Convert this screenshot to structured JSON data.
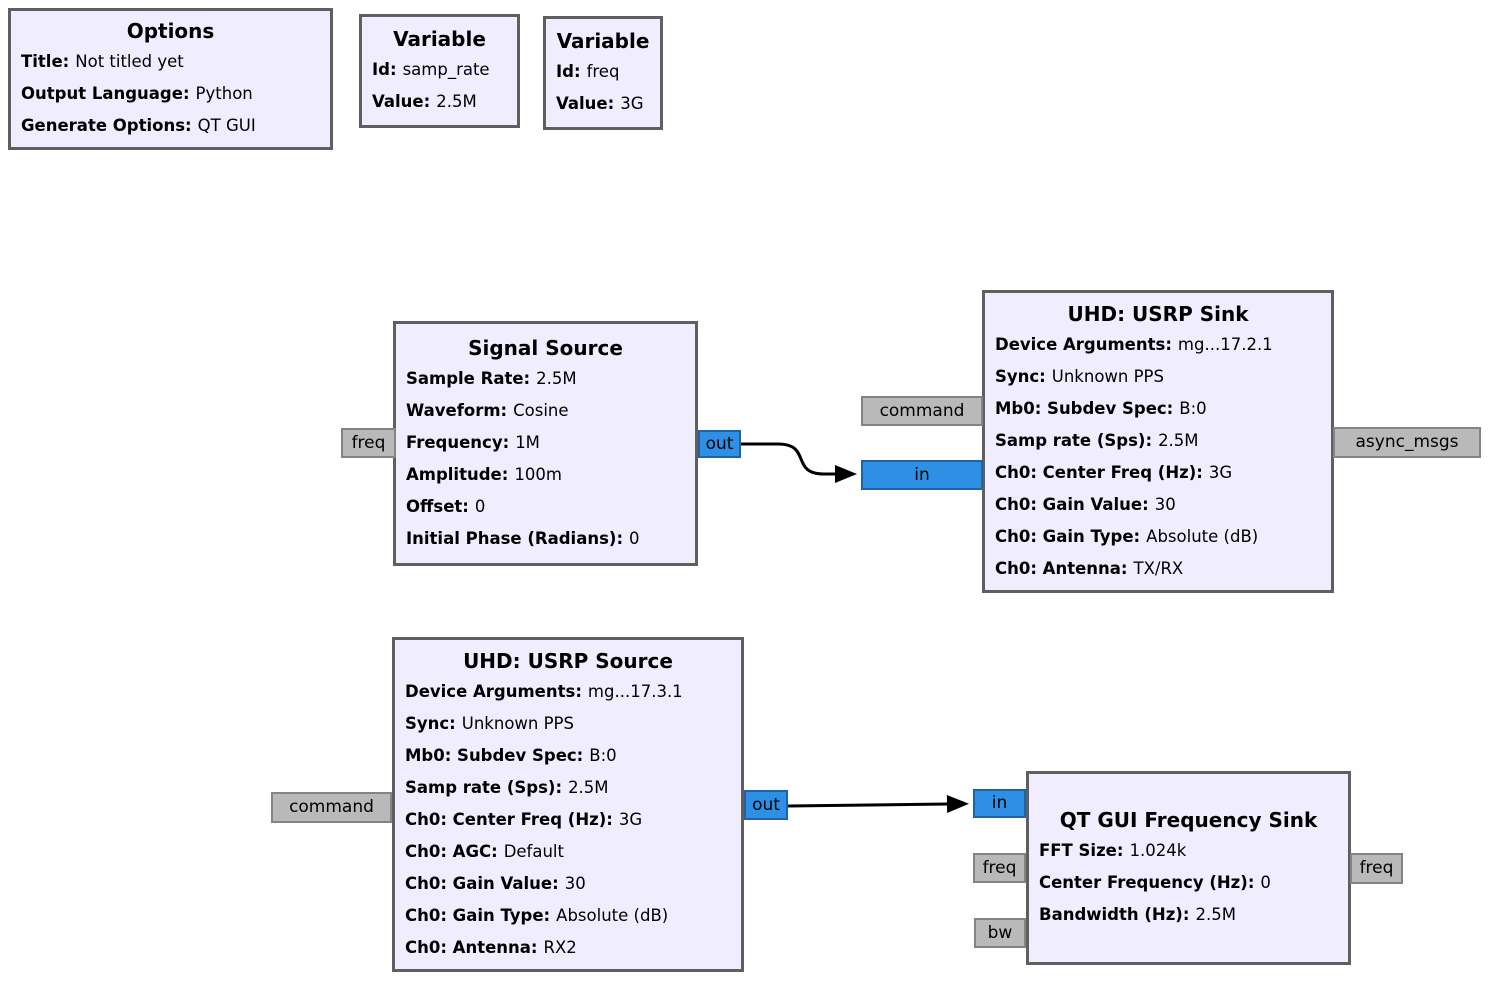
{
  "app": "GNU Radio Companion flowgraph canvas",
  "colors": {
    "canvas_bg": "#ffffff",
    "block_bg": "#efedfe",
    "block_border": "#5f5f5f",
    "stream_port_bg": "#2e90e4",
    "stream_port_border": "#2162a4",
    "msg_port_bg": "#b9b9b9",
    "msg_port_border": "#848484",
    "wire": "#000000"
  },
  "blocks": {
    "options": {
      "title": "Options",
      "params": [
        {
          "label": "Title:",
          "value": "Not titled yet"
        },
        {
          "label": "Output Language:",
          "value": "Python"
        },
        {
          "label": "Generate Options:",
          "value": "QT GUI"
        }
      ]
    },
    "var_samp_rate": {
      "title": "Variable",
      "params": [
        {
          "label": "Id:",
          "value": "samp_rate"
        },
        {
          "label": "Value:",
          "value": "2.5M"
        }
      ]
    },
    "var_freq": {
      "title": "Variable",
      "params": [
        {
          "label": "Id:",
          "value": "freq"
        },
        {
          "label": "Value:",
          "value": "3G"
        }
      ]
    },
    "signal_source": {
      "title": "Signal Source",
      "params": [
        {
          "label": "Sample Rate:",
          "value": "2.5M"
        },
        {
          "label": "Waveform:",
          "value": "Cosine"
        },
        {
          "label": "Frequency:",
          "value": "1M"
        },
        {
          "label": "Amplitude:",
          "value": "100m"
        },
        {
          "label": "Offset:",
          "value": "0"
        },
        {
          "label": "Initial Phase (Radians):",
          "value": "0"
        }
      ],
      "ports": {
        "freq_in": "freq",
        "out": "out"
      }
    },
    "usrp_sink": {
      "title": "UHD: USRP Sink",
      "params": [
        {
          "label": "Device Arguments:",
          "value": "mg...17.2.1"
        },
        {
          "label": "Sync:",
          "value": "Unknown PPS"
        },
        {
          "label": "Mb0: Subdev Spec:",
          "value": "B:0"
        },
        {
          "label": "Samp rate (Sps):",
          "value": "2.5M"
        },
        {
          "label": "Ch0: Center Freq (Hz):",
          "value": "3G"
        },
        {
          "label": "Ch0: Gain Value:",
          "value": "30"
        },
        {
          "label": "Ch0: Gain Type:",
          "value": "Absolute (dB)"
        },
        {
          "label": "Ch0: Antenna:",
          "value": "TX/RX"
        }
      ],
      "ports": {
        "command": "command",
        "in": "in",
        "async_msgs": "async_msgs"
      }
    },
    "usrp_source": {
      "title": "UHD: USRP Source",
      "params": [
        {
          "label": "Device Arguments:",
          "value": "mg...17.3.1"
        },
        {
          "label": "Sync:",
          "value": "Unknown PPS"
        },
        {
          "label": "Mb0: Subdev Spec:",
          "value": "B:0"
        },
        {
          "label": "Samp rate (Sps):",
          "value": "2.5M"
        },
        {
          "label": "Ch0: Center Freq (Hz):",
          "value": "3G"
        },
        {
          "label": "Ch0: AGC:",
          "value": "Default"
        },
        {
          "label": "Ch0: Gain Value:",
          "value": "30"
        },
        {
          "label": "Ch0: Gain Type:",
          "value": "Absolute (dB)"
        },
        {
          "label": "Ch0: Antenna:",
          "value": "RX2"
        }
      ],
      "ports": {
        "command": "command",
        "out": "out"
      }
    },
    "qt_freq_sink": {
      "title": "QT GUI Frequency Sink",
      "params": [
        {
          "label": "FFT Size:",
          "value": "1.024k"
        },
        {
          "label": "Center Frequency (Hz):",
          "value": "0"
        },
        {
          "label": "Bandwidth (Hz):",
          "value": "2.5M"
        }
      ],
      "ports": {
        "in": "in",
        "freq_in": "freq",
        "bw_in": "bw",
        "freq_out": "freq"
      }
    }
  },
  "connections": [
    {
      "from": "signal_source.out",
      "to": "usrp_sink.in",
      "shape": "s-curve"
    },
    {
      "from": "usrp_source.out",
      "to": "qt_freq_sink.in",
      "shape": "straight"
    }
  ]
}
